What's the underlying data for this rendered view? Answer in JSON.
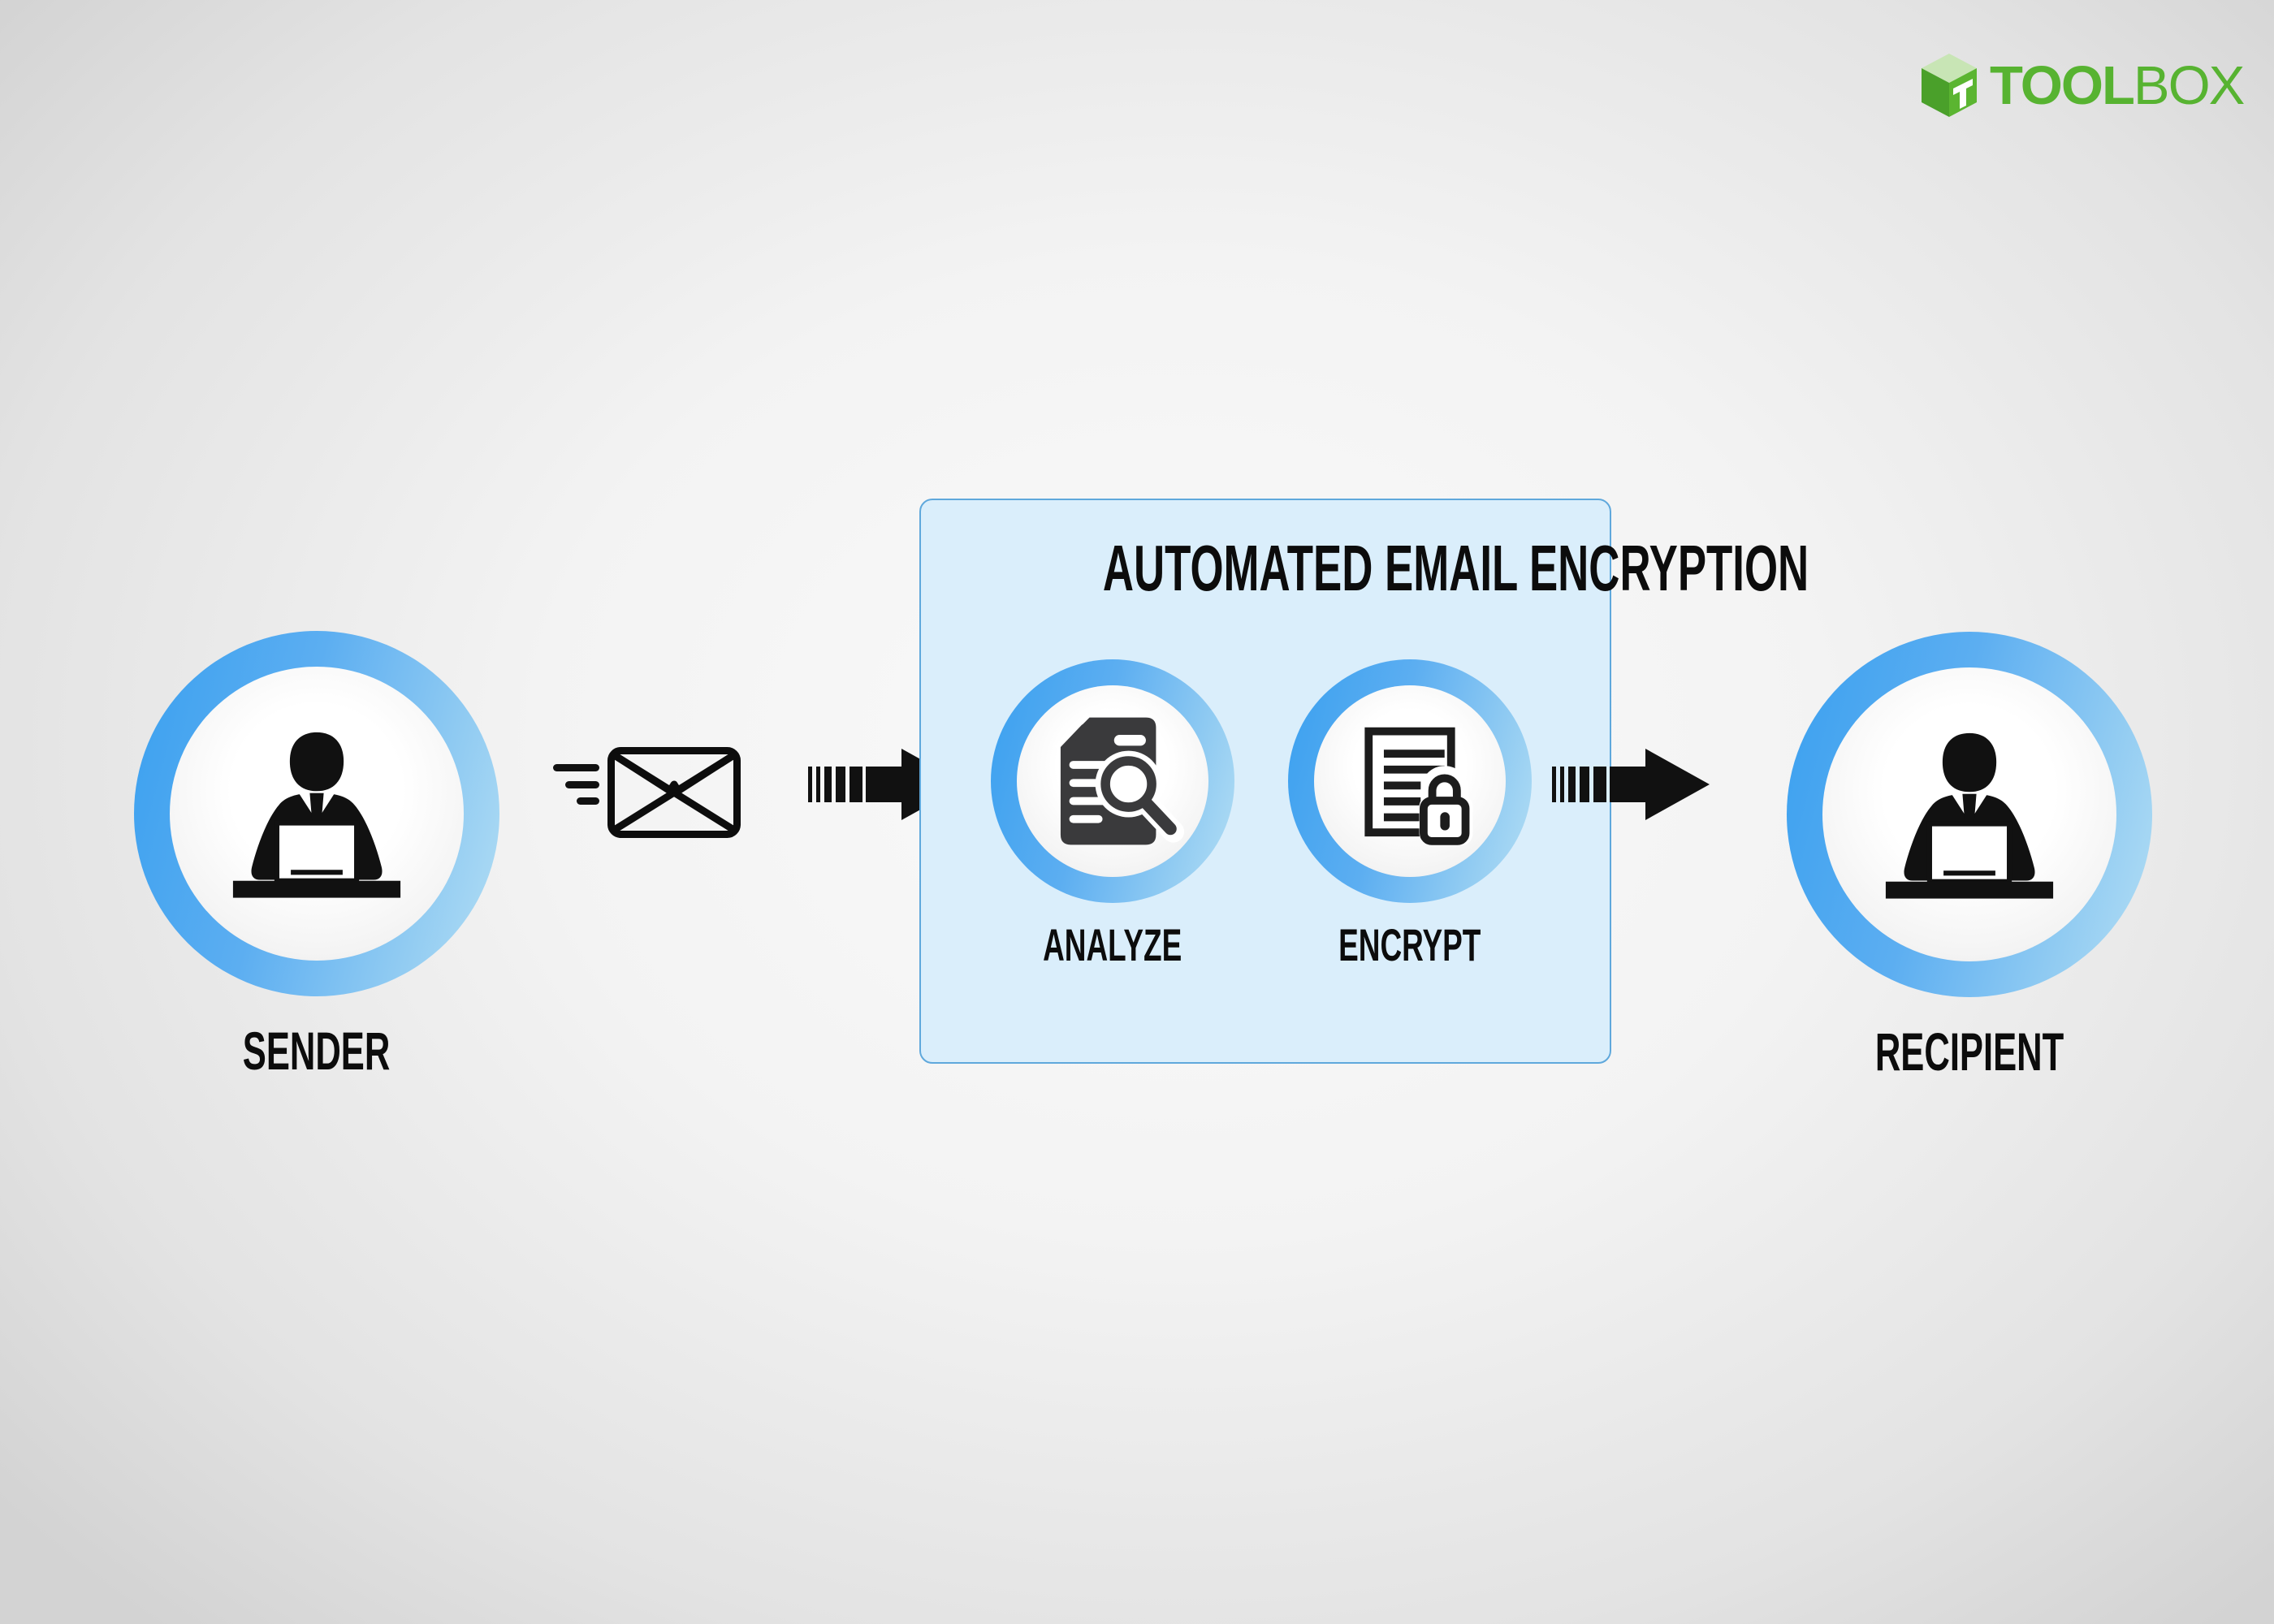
{
  "brand": {
    "name_bold": "TOOL",
    "name_light": "BOX",
    "logo_icon": "cube-icon"
  },
  "flow": {
    "sender": {
      "label": "SENDER",
      "icon": "person-at-laptop-icon"
    },
    "recipient": {
      "label": "RECIPIENT",
      "icon": "person-at-laptop-icon"
    },
    "message": {
      "icon": "envelope-icon",
      "motion": "speed-lines-icon"
    },
    "arrow_icon": "striped-arrow-right-icon",
    "process_box": {
      "title": "AUTOMATED EMAIL ENCRYPTION",
      "steps": [
        {
          "label": "ANALYZE",
          "icon": "document-search-icon"
        },
        {
          "label": "ENCRYPT",
          "icon": "document-lock-icon"
        }
      ]
    }
  },
  "colors": {
    "brand_green": "#57b331",
    "cube_top": "#c8e5b5",
    "cube_left": "#4aa02a",
    "cube_right": "#5bb531",
    "ring_gradient_start": "#3fa2f0",
    "ring_gradient_end": "#a8d8f3",
    "box_fill": "#daeefb",
    "box_border": "#5fa8dc",
    "icon_dark": "#3a3a3c",
    "icon_black": "#111111"
  }
}
